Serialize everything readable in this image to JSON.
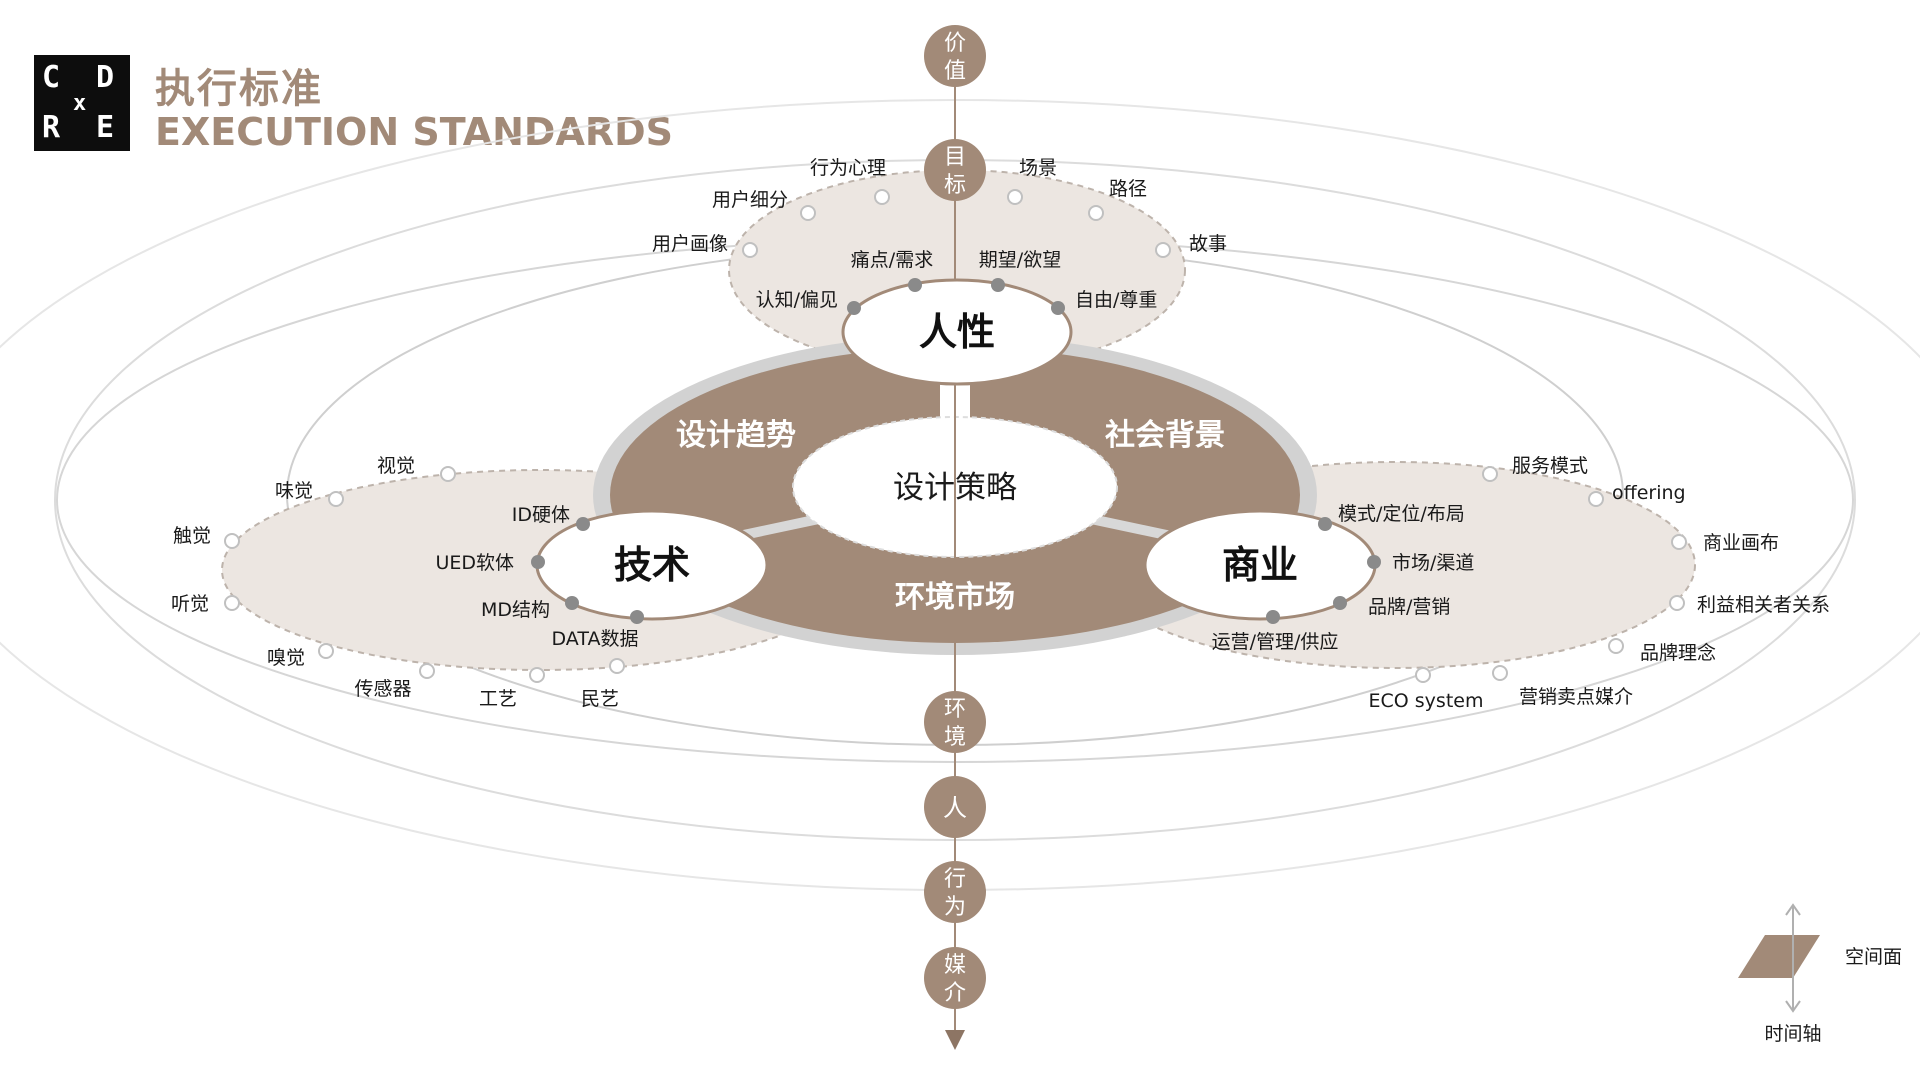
{
  "header": {
    "logo_letters": [
      "C",
      "D",
      "x",
      "R",
      "E"
    ],
    "title_cn": "执行标准",
    "title_en": "EXECUTION STANDARDS"
  },
  "colors": {
    "brown": "#a28a78",
    "brown_dark": "#8d7564",
    "light_fill": "#ece6e1",
    "ring_gray": "#cfcfcf",
    "axis": "#a28a78",
    "text": "#1a1a1a"
  },
  "center": {
    "label": "设计策略",
    "segments": [
      "设计趋势",
      "社会背景",
      "环境市场"
    ]
  },
  "nodes": {
    "human": {
      "label": "人性",
      "inner_points": [
        "认知/偏见",
        "痛点/需求",
        "期望/欲望",
        "自由/尊重"
      ],
      "outer_points": [
        "用户画像",
        "用户细分",
        "行为心理",
        "场景",
        "路径",
        "故事"
      ]
    },
    "tech": {
      "label": "技术",
      "inner_points": [
        "ID硬体",
        "UED软体",
        "MD结构",
        "DATA数据"
      ],
      "outer_points": [
        "视觉",
        "味觉",
        "触觉",
        "听觉",
        "嗅觉",
        "传感器",
        "工艺",
        "民艺"
      ]
    },
    "business": {
      "label": "商业",
      "inner_points": [
        "模式/定位/布局",
        "市场/渠道",
        "品牌/营销",
        "运营/管理/供应"
      ],
      "outer_points": [
        "服务模式",
        "offering",
        "商业画布",
        "利益相关者关系",
        "品牌理念",
        "营销卖点媒介",
        "ECO system"
      ]
    }
  },
  "axis": {
    "top_nodes": [
      "价值",
      "目标"
    ],
    "bottom_nodes": [
      "环境",
      "人",
      "行为",
      "媒介"
    ]
  },
  "legend": {
    "plane_label": "空间面",
    "axis_label": "时间轴"
  }
}
